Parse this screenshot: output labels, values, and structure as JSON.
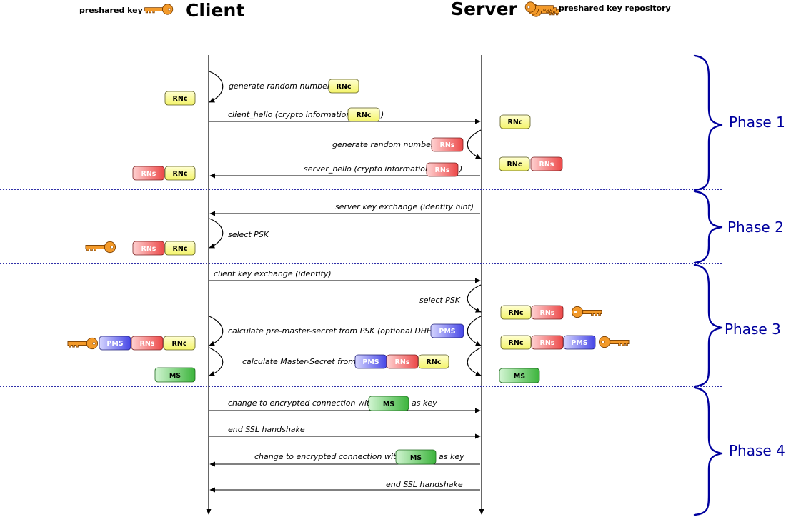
{
  "header": {
    "client": "Client",
    "server": "Server",
    "client_key_label": "preshared key",
    "server_key_label": "preshared key repository"
  },
  "phases": [
    "Phase 1",
    "Phase 2",
    "Phase 3",
    "Phase 4"
  ],
  "tokens": {
    "rnc": "RNc",
    "rns": "RNs",
    "pms": "PMS",
    "ms": "MS"
  },
  "messages": {
    "gen_rn_client": "generate random number",
    "client_hello": "client_hello (crypto information,",
    "client_hello_close": ")",
    "gen_rn_server": "generate random number",
    "server_hello": "server_hello (crypto information,",
    "server_hello_close": ")",
    "server_key_exchange": "server key exchange (identity hint)",
    "select_psk_client": "select PSK",
    "client_key_exchange": "client key exchange (identity)",
    "select_psk_server": "select PSK",
    "calc_pms": "calculate pre-master-secret from PSK (optional DHE)",
    "calc_ms": "calculate Master-Secret from",
    "change_enc_1": "change to encrypted connection with",
    "as_key_1": "as key",
    "end_ssl_1": "end SSL handshake",
    "change_enc_2": "change to encrypted connection with",
    "as_key_2": "as key",
    "end_ssl_2": "end SSL handshake"
  },
  "colors": {
    "yellow": "#ffff88",
    "red": "#f26060",
    "blue": "#6a6af2",
    "green": "#5fca5f",
    "key": "#f39a2a",
    "phase": "#00009e",
    "divider": "#3030a8"
  }
}
